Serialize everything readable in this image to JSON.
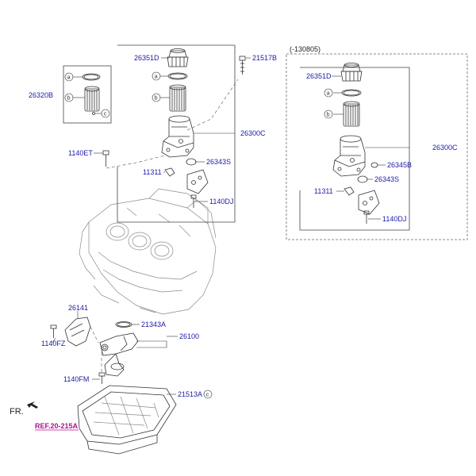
{
  "variant_label": "(-130805)",
  "front_marker": "FR.",
  "reference_label": "REF.20-215A",
  "letters": {
    "a": "a",
    "b": "b",
    "c": "c"
  },
  "labels": {
    "p26351d": "26351D",
    "p21517b": "21517B",
    "p26320b": "26320B",
    "p26300c": "26300C",
    "p1140et": "1140ET",
    "p26343s": "26343S",
    "p11311": "11311",
    "p1140dj": "1140DJ",
    "p26351d_r": "26351D",
    "p26300c_r": "26300C",
    "p26345b": "26345B",
    "p26343s_r": "26343S",
    "p11311_r": "11311",
    "p1140dj_r": "1140DJ",
    "p26141": "26141",
    "p1140fz": "1140FZ",
    "p21343a": "21343A",
    "p26100": "26100",
    "p1140fm": "1140FM",
    "p21513a": "21513A"
  }
}
